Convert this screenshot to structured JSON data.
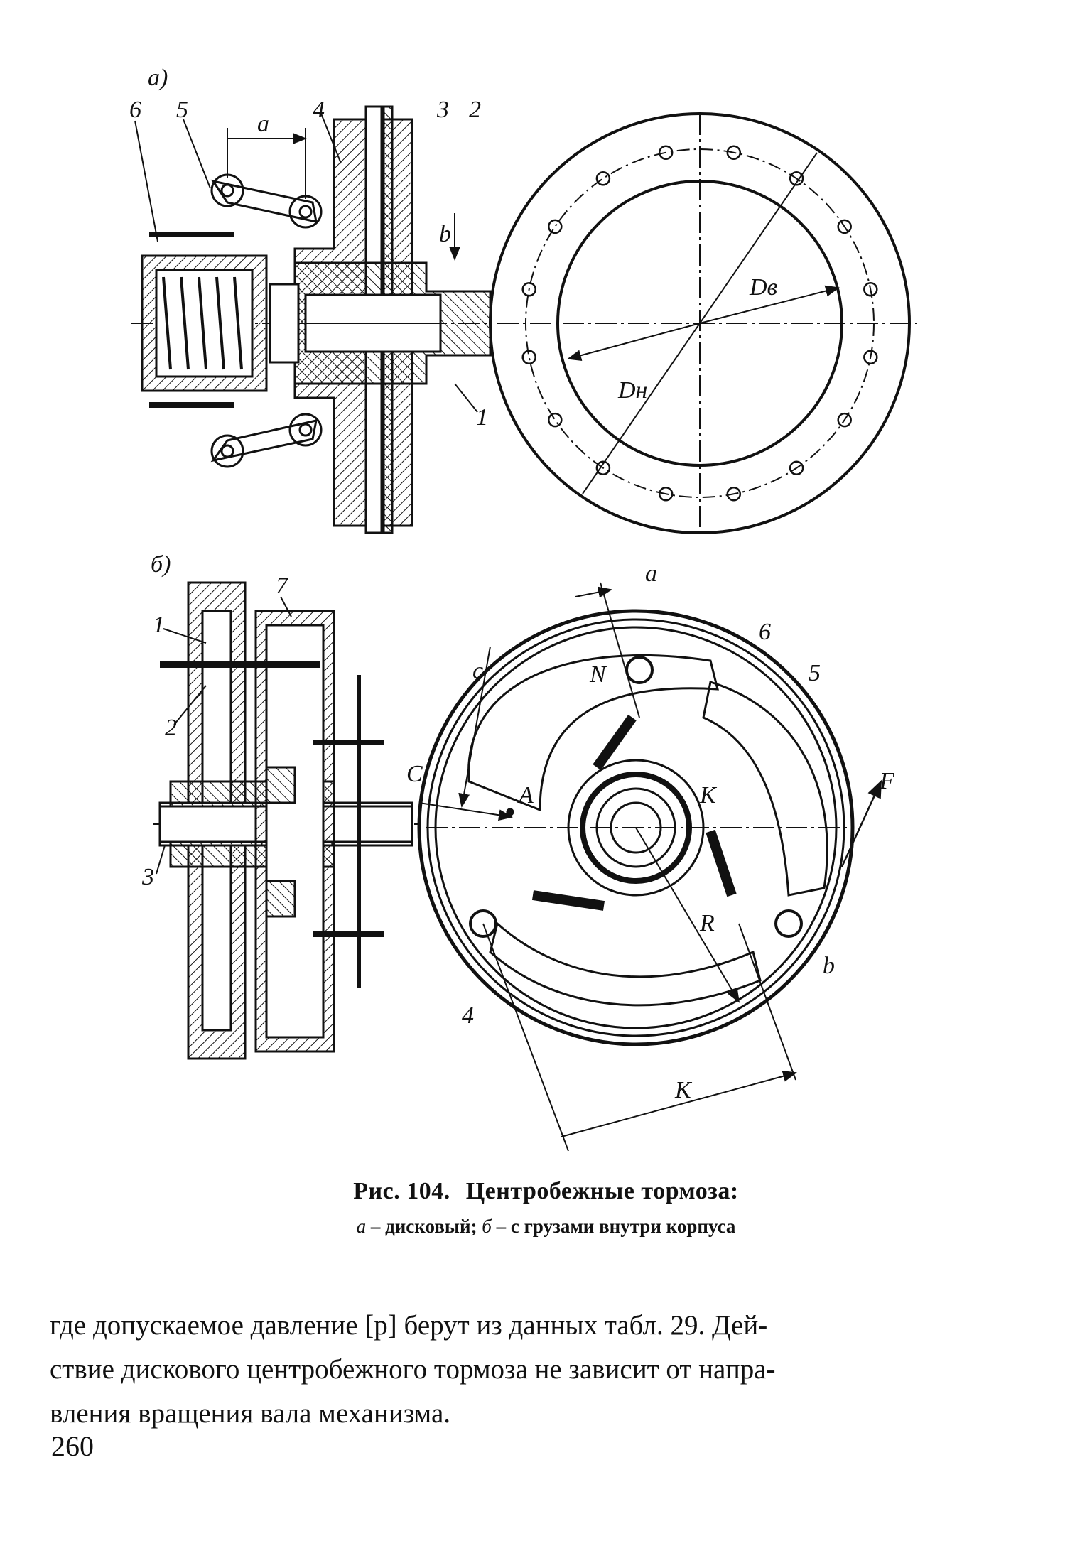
{
  "figure": {
    "labels": {
      "panel_a": "а)",
      "panel_b": "б)",
      "a": {
        "n1": "1",
        "n2": "2",
        "n3": "3",
        "n4": "4",
        "n5": "5",
        "n6": "6",
        "dim_a": "a",
        "dim_b": "b",
        "d_outer": "Dн",
        "d_inner": "Dв"
      },
      "b": {
        "n1": "1",
        "n2": "2",
        "n3": "3",
        "n4": "4",
        "n5": "5",
        "n6": "6",
        "n7": "7",
        "dim_a": "a",
        "dim_b": "b",
        "dim_c": "c",
        "C": "C",
        "A": "A",
        "N": "N",
        "K1": "K",
        "K2": "K",
        "R": "R",
        "F": "F"
      }
    }
  },
  "caption": {
    "number": "Рис. 104.",
    "title": "Центробежные тормоза:",
    "sub_a_letter": "а",
    "sub_a_text": " – дисковый; ",
    "sub_b_letter": "б",
    "sub_b_text": " – с грузами внутри корпуса"
  },
  "body": {
    "line1": "где допускаемое давление [p] берут из данных табл. 29. Дей-",
    "line2": "ствие дискового центробежного тормоза не зависит от напра-",
    "line3": "вления вращения вала механизма."
  },
  "page_number": "260"
}
